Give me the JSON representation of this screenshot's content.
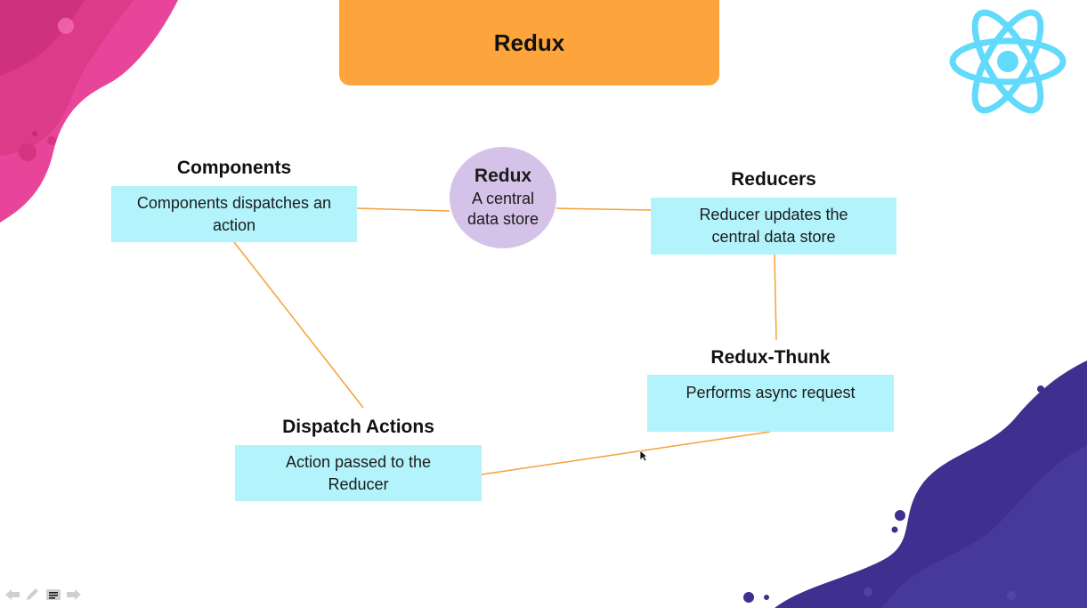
{
  "slide": {
    "title": "Redux"
  },
  "center": {
    "title": "Redux",
    "description": "A central data store"
  },
  "nodes": {
    "components": {
      "heading": "Components",
      "text": "Components dispatches an action"
    },
    "reducers": {
      "heading": "Reducers",
      "text": "Reducer updates the central data store"
    },
    "thunk": {
      "heading": "Redux-Thunk",
      "text": "Performs async request"
    },
    "actions": {
      "heading": "Dispatch Actions",
      "text": "Action passed to the Reducer"
    }
  },
  "colors": {
    "banner": "#fda43c",
    "box": "#b3f3fb",
    "circle": "#d5c2e8",
    "connector": "#f5a03a",
    "pink_blob": "#e8449a",
    "purple_blob": "#3f2f8f",
    "react_logo": "#61dafb"
  },
  "icons": {
    "logo": "react-logo-icon",
    "nav": [
      "arrow-left-icon",
      "pencil-icon",
      "menu-icon",
      "arrow-right-icon"
    ]
  }
}
